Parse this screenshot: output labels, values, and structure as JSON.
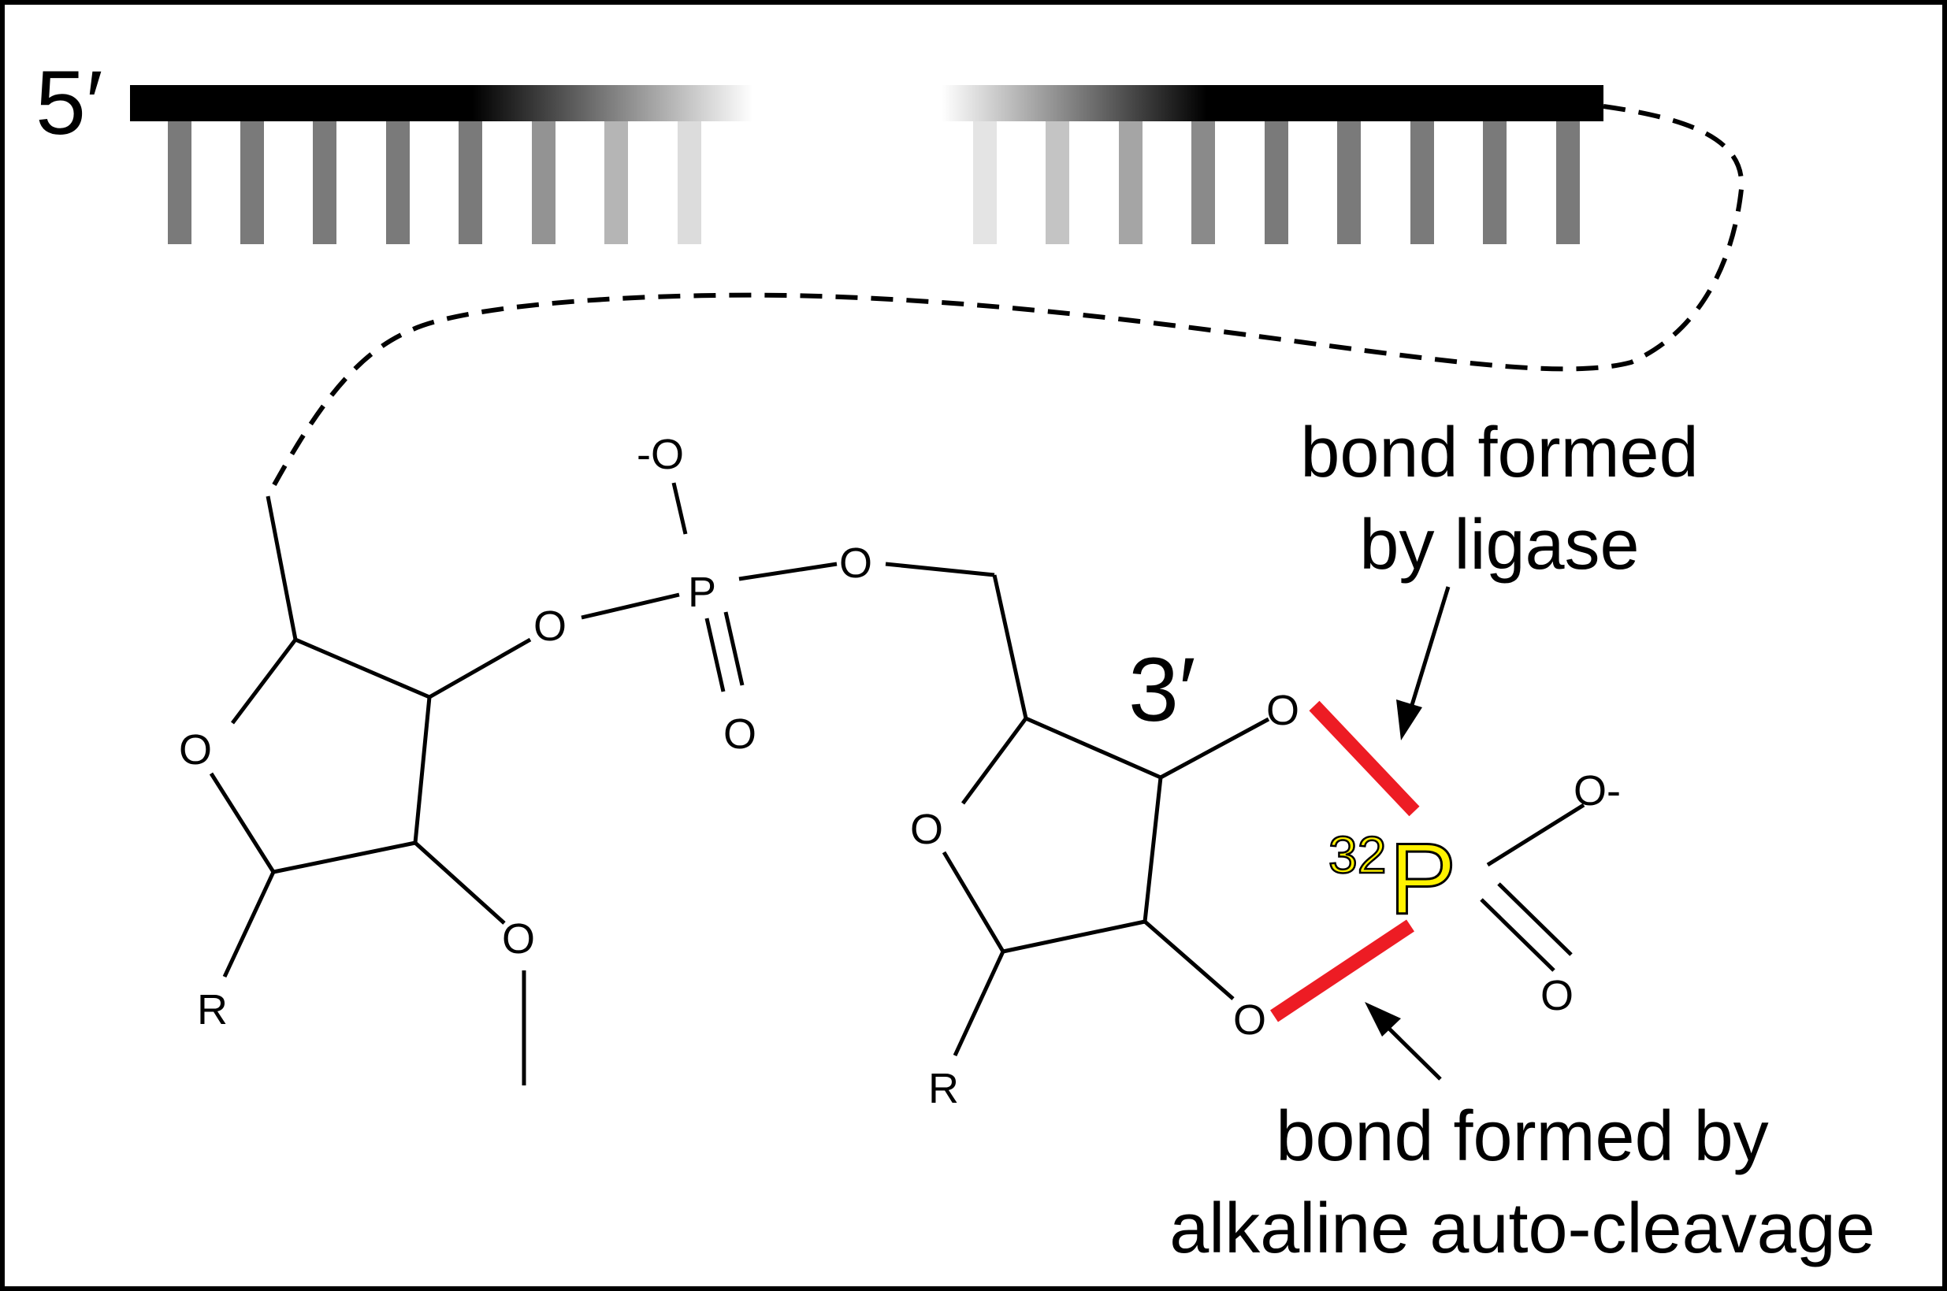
{
  "labels": {
    "five_prime": "5′",
    "three_prime": "3′",
    "ligase_line1": "bond formed",
    "ligase_line2": "by ligase",
    "alkaline_line1": "bond formed by",
    "alkaline_line2": "alkaline auto-cleavage"
  },
  "atoms": {
    "oxygen": "O",
    "phosphorus": "P",
    "r_group": "R",
    "oxygen_minus": "-O",
    "o_minus": "O-",
    "p32_mass": "32",
    "p32_symbol": "P"
  },
  "colors": {
    "new_bond": "#ed1c24",
    "phosphorus_32": "#fff200",
    "strand": "#000000",
    "base": "#7a7a7a"
  }
}
